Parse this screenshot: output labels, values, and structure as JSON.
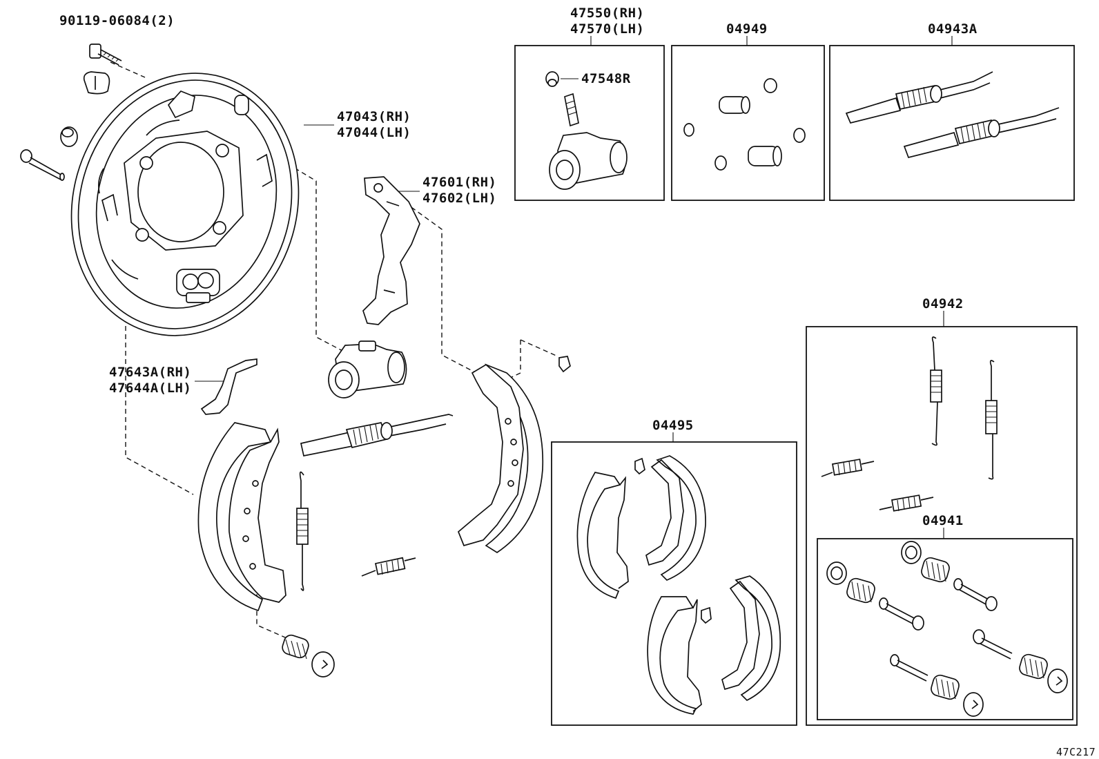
{
  "labels": {
    "bolt": "90119-06084(2)",
    "backing_plate_rh": "47043(RH)",
    "backing_plate_lh": "47044(LH)",
    "wheel_cylinder_rh": "47550(RH)",
    "wheel_cylinder_lh": "47570(LH)",
    "bleeder_plug": "47548R",
    "cylinder_kit": "04949",
    "adjuster_kit": "04943A",
    "lever_rh": "47601(RH)",
    "lever_lh": "47602(LH)",
    "strut_rh": "47643A(RH)",
    "strut_lh": "47644A(LH)",
    "shoe_kit": "04495",
    "spring_kit": "04942",
    "hold_down_kit": "04941"
  },
  "figure_code": "47C217"
}
